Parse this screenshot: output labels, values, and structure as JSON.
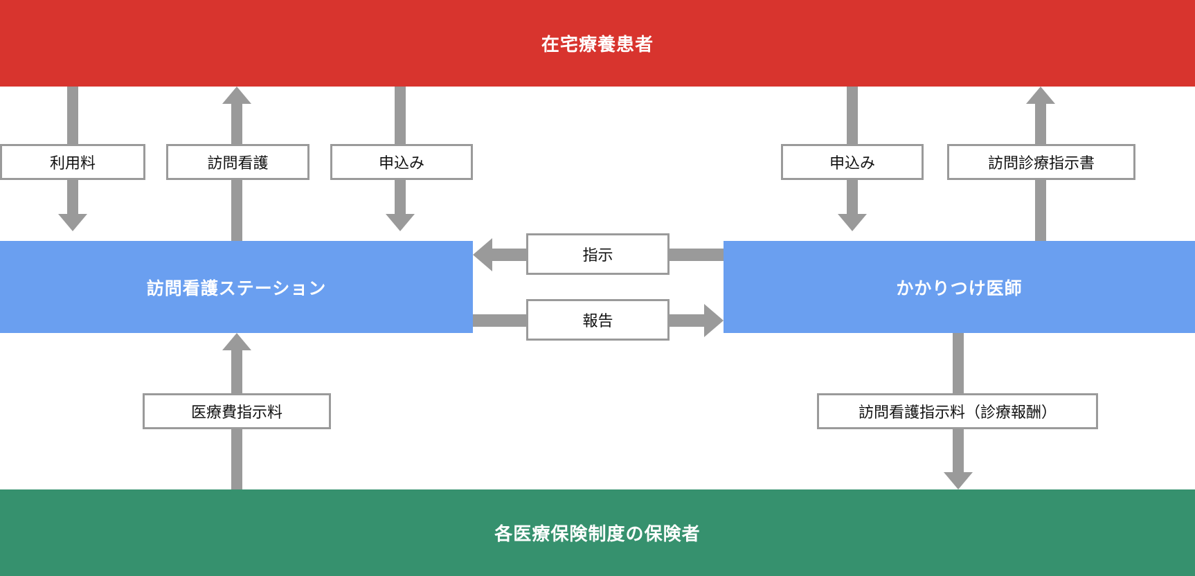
{
  "diagram": {
    "title_bar": {
      "label": "在宅療養患者",
      "color": "#d8342e"
    },
    "actors": [
      {
        "id": "patient",
        "label": "在宅療養患者",
        "color": "#d8342e"
      },
      {
        "id": "station",
        "label": "訪問看護ステーション",
        "color": "#6a9ff0"
      },
      {
        "id": "doctor",
        "label": "かかりつけ医師",
        "color": "#6a9ff0"
      },
      {
        "id": "insurer",
        "label": "各医療保険制度の保険者",
        "color": "#36916e"
      }
    ],
    "flows": [
      {
        "id": "usage-fee",
        "label": "利用料",
        "from": "patient",
        "to": "station",
        "direction": "down"
      },
      {
        "id": "visit-nursing",
        "label": "訪問看護",
        "from": "station",
        "to": "patient",
        "direction": "up"
      },
      {
        "id": "application-left",
        "label": "申込み",
        "from": "patient",
        "to": "station",
        "direction": "down"
      },
      {
        "id": "application-right",
        "label": "申込み",
        "from": "patient",
        "to": "doctor",
        "direction": "down"
      },
      {
        "id": "visit-care-order",
        "label": "訪問診療指示書",
        "from": "doctor",
        "to": "patient",
        "direction": "up"
      },
      {
        "id": "instruction",
        "label": "指示",
        "from": "doctor",
        "to": "station",
        "direction": "left"
      },
      {
        "id": "report",
        "label": "報告",
        "from": "station",
        "to": "doctor",
        "direction": "right"
      },
      {
        "id": "medical-fee-order",
        "label": "医療費指示料",
        "from": "insurer",
        "to": "station",
        "direction": "up"
      },
      {
        "id": "nursing-order-fee",
        "label": "訪問看護指示料（診療報酬）",
        "from": "doctor",
        "to": "insurer",
        "direction": "down"
      }
    ],
    "palette": {
      "red": "#d8342e",
      "blue": "#6a9ff0",
      "green": "#36916e",
      "arrow_gray": "#9a9a9a",
      "chip_fill": "#ffffff",
      "chip_text": "#111111",
      "band_text": "#ffffff",
      "background": "#ffffff"
    }
  }
}
